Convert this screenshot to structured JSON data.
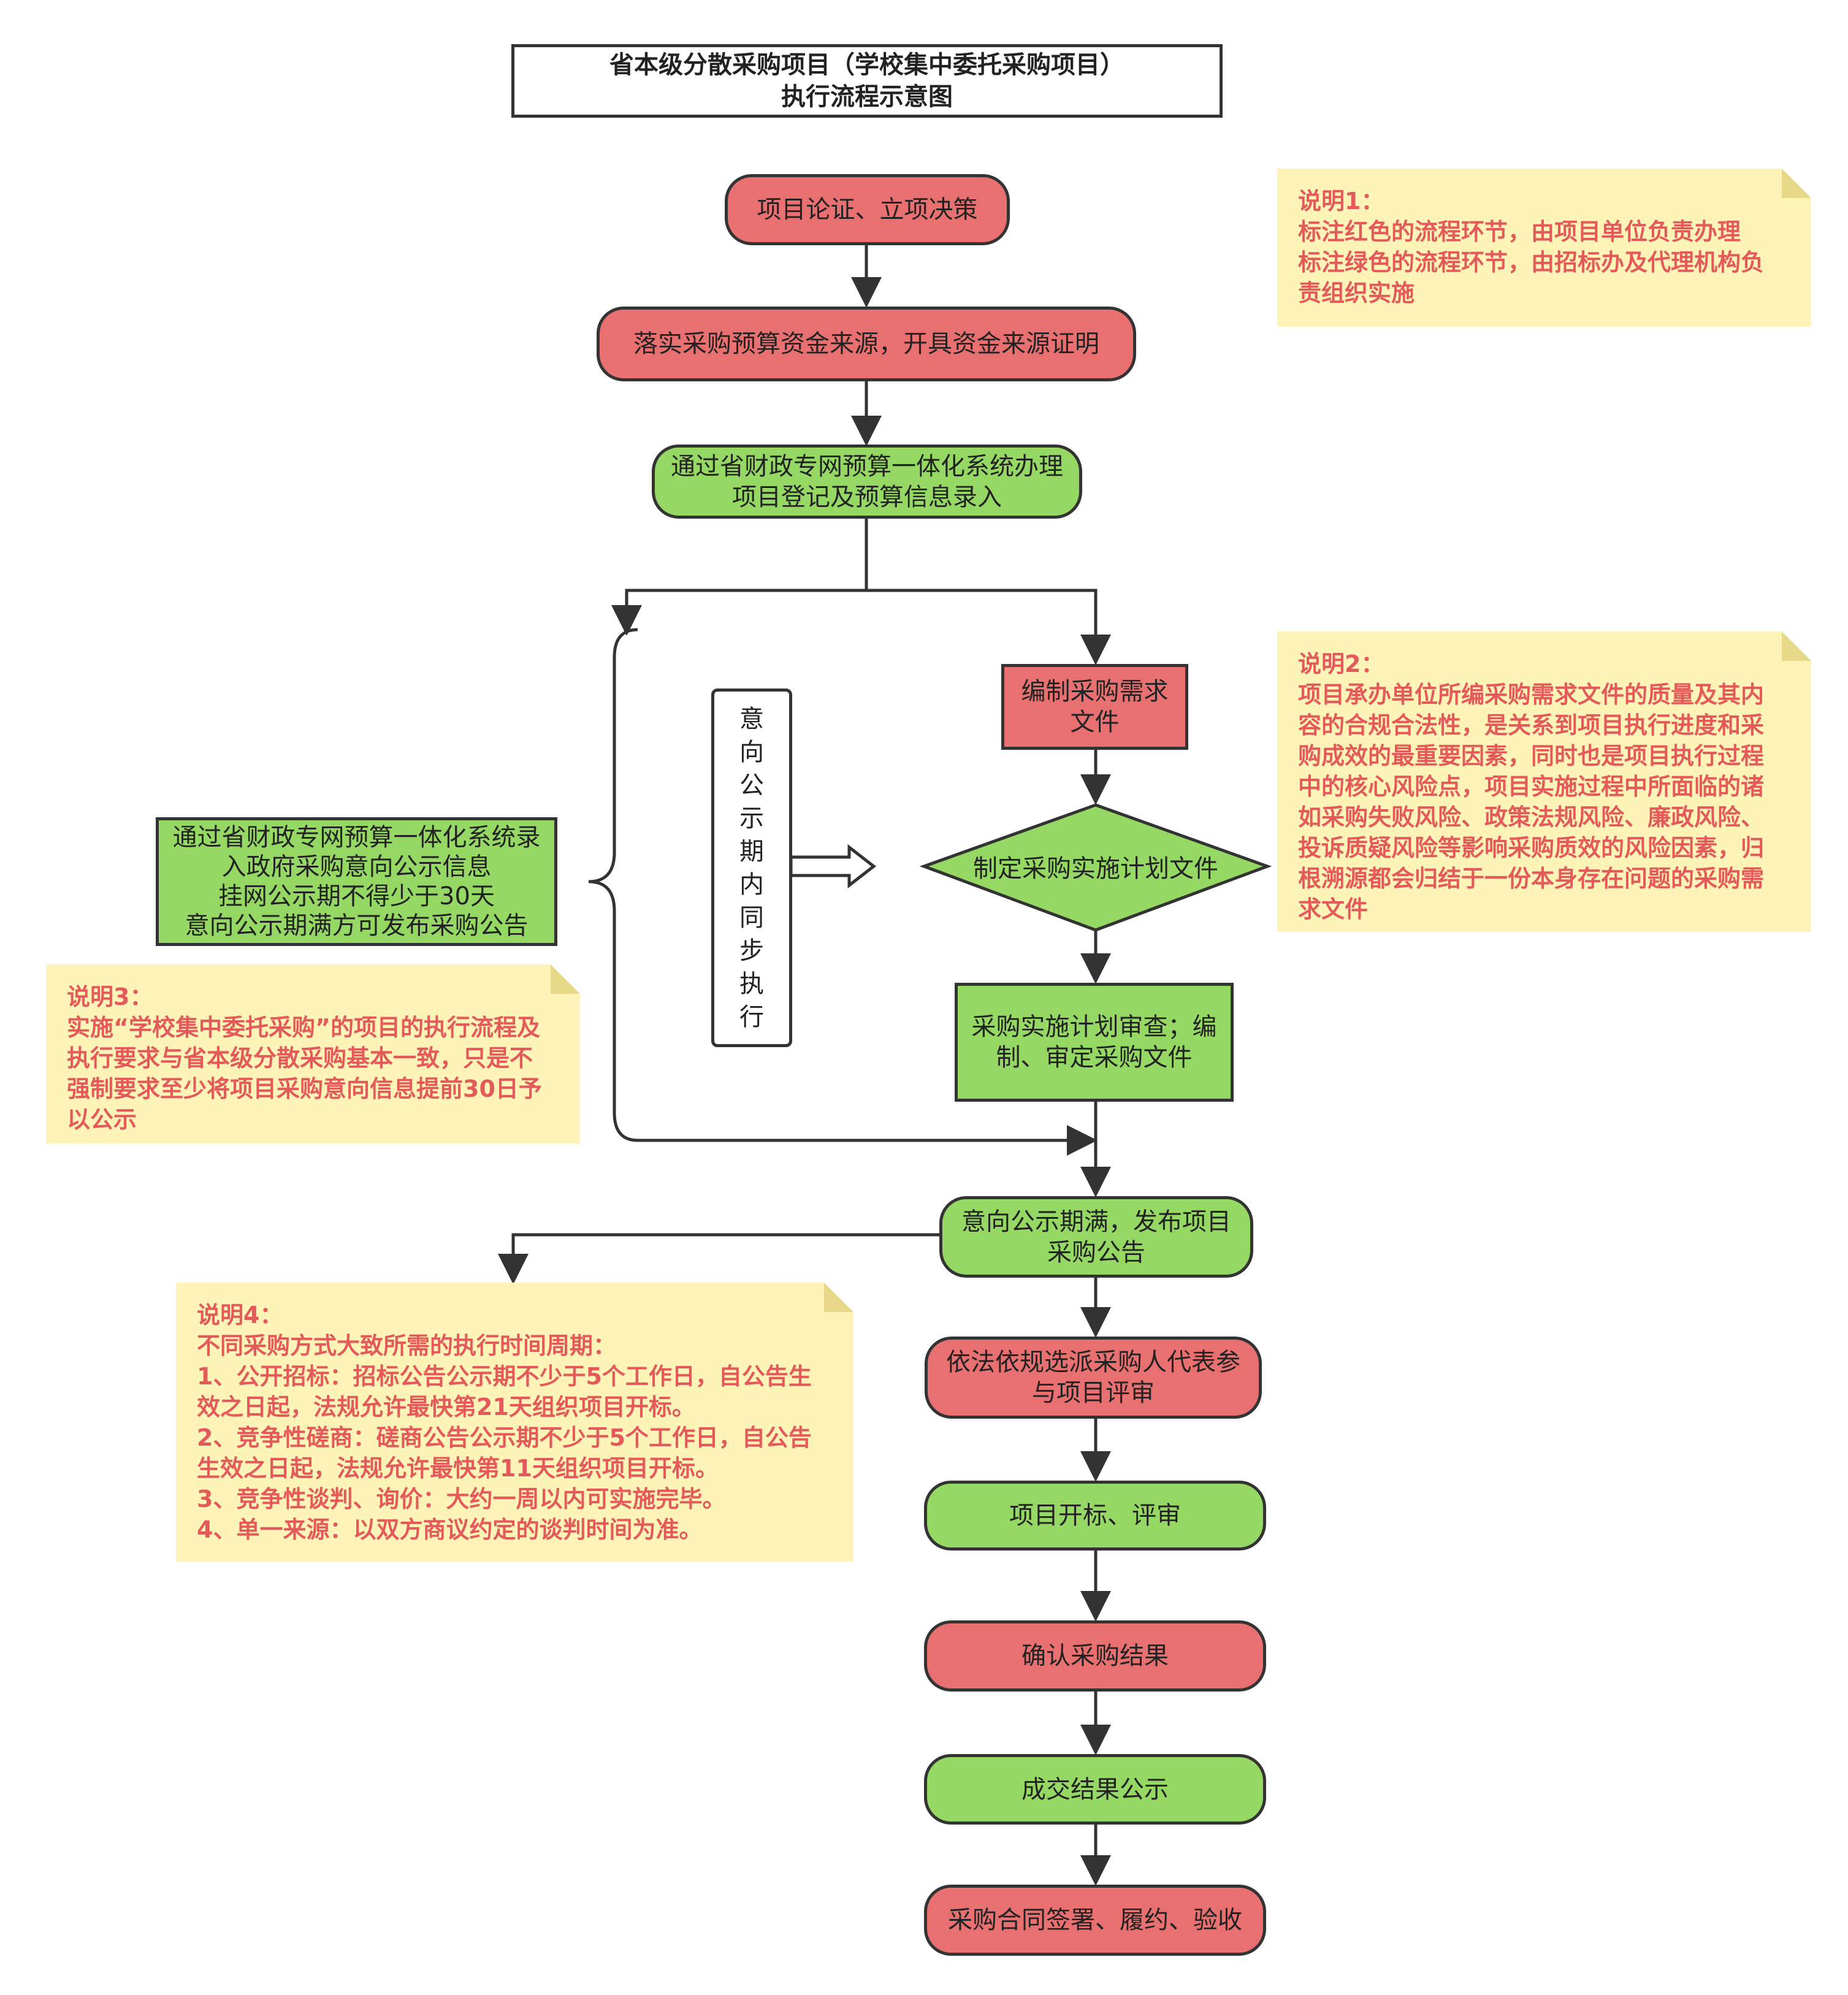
{
  "title": {
    "line1": "省本级分散采购项目（学校集中委托采购项目）",
    "line2": "执行流程示意图"
  },
  "nodes": {
    "n1": "项目论证、立项决策",
    "n2": "落实采购预算资金来源，开具资金来源证明",
    "n3_line1": "通过省财政专网预算一体化系统办理",
    "n3_line2": "项目登记及预算信息录入",
    "n4_line1": "编制采购需求",
    "n4_line2": "文件",
    "n5": "制定采购实施计划文件",
    "n6_line1": "采购实施计划审查；编",
    "n6_line2": "制、审定采购文件",
    "n7_line1": "意向公示期满，发布项目",
    "n7_line2": "采购公告",
    "n8_line1": "依法依规选派采购人代表参",
    "n8_line2": "与项目评审",
    "n9": "项目开标、评审",
    "n10": "确认采购结果",
    "n11": "成交结果公示",
    "n12": "采购合同签署、履约、验收"
  },
  "side_box": {
    "line1": "通过省财政专网预算一体化系统录",
    "line2": "入政府采购意向公示信息",
    "line3": "挂网公示期不得少于30天",
    "line4": "意向公示期满方可发布采购公告"
  },
  "vertical_label": [
    "意",
    "向",
    "公",
    "示",
    "期",
    "内",
    "同",
    "步",
    "执",
    "行"
  ],
  "notes": {
    "note1": {
      "title": "说明1：",
      "lines": [
        "标注红色的流程环节，由项目单位负责办理",
        "标注绿色的流程环节，由招标办及代理机构负",
        "责组织实施"
      ]
    },
    "note2": {
      "title": "说明2：",
      "lines": [
        "项目承办单位所编采购需求文件的质量及其内",
        "容的合规合法性，是关系到项目执行进度和采",
        "购成效的最重要因素，同时也是项目执行过程",
        "中的核心风险点，项目实施过程中所面临的诸",
        "如采购失败风险、政策法规风险、廉政风险、",
        "投诉质疑风险等影响采购质效的风险因素，归",
        "根溯源都会归结于一份本身存在问题的采购需",
        "求文件"
      ]
    },
    "note3": {
      "title": "说明3：",
      "lines": [
        "实施“学校集中委托采购”的项目的执行流程及",
        "执行要求与省本级分散采购基本一致，只是不",
        "强制要求至少将项目采购意向信息提前30日予",
        "以公示"
      ]
    },
    "note4": {
      "title": "说明4：",
      "lines": [
        "不同采购方式大致所需的执行时间周期：",
        "1、公开招标：招标公告公示期不少于5个工作日，自公告生",
        "效之日起，法规允许最快第21天组织项目开标。",
        "2、竞争性磋商：磋商公告公示期不少于5个工作日，自公告",
        "生效之日起，法规允许最快第11天组织项目开标。",
        "3、竞争性谈判、询价：大约一周以内可实施完毕。",
        "4、单一来源：以双方商议约定的谈判时间为准。"
      ]
    },
    "colors": {
      "note_bg": "#fff4b8",
      "note_text": "#e45a5a"
    }
  },
  "colors": {
    "red": "#e87070",
    "green": "#95d964",
    "line": "#333333"
  }
}
